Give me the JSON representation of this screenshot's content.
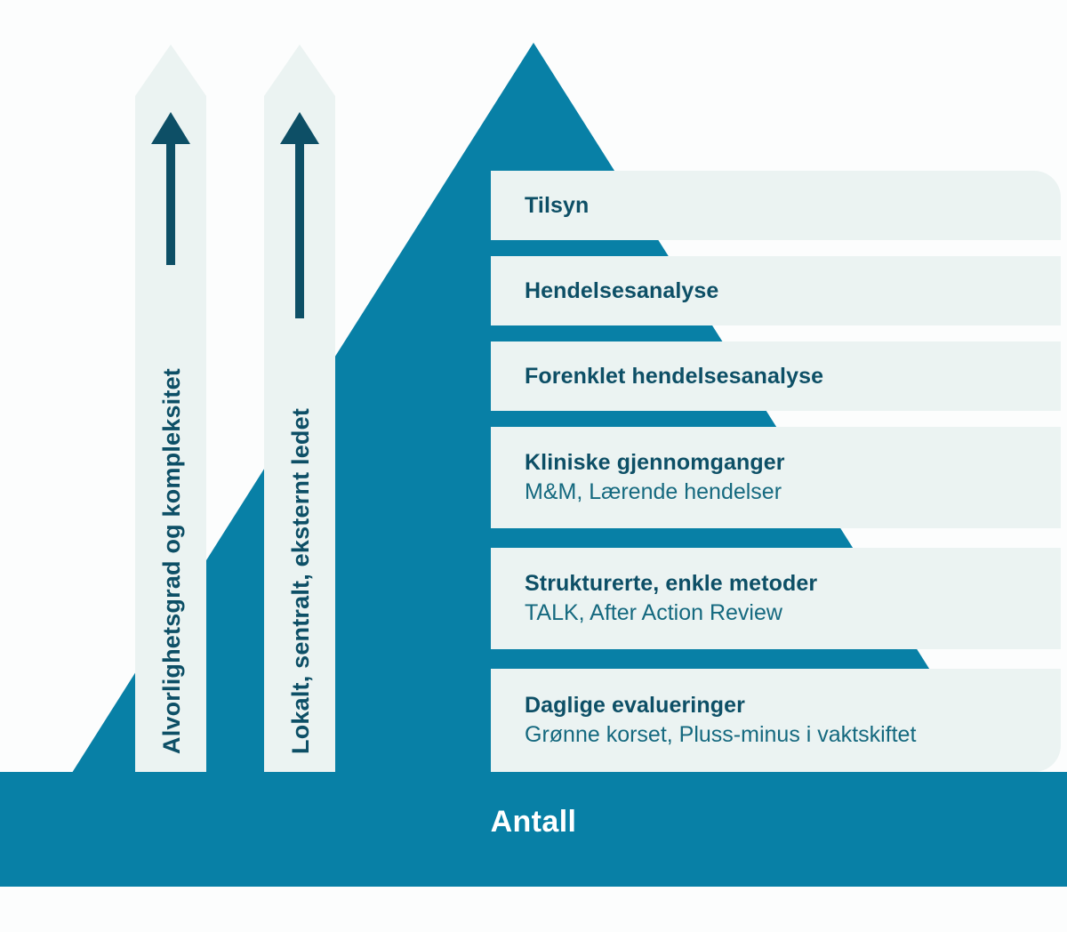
{
  "diagram": {
    "title_caption": "Antall",
    "colors": {
      "pyramid": "#0880A6",
      "band": "#EBF3F2",
      "title_text": "#0D4F66",
      "subtitle_text": "#15697F",
      "caption_text": "#FFFFFF",
      "background": "#FCFDFD"
    },
    "axes": [
      {
        "id": "severity",
        "label": "Alvorlighetsgrad og kompleksitet",
        "direction": "up",
        "icon": "up-arrow-icon"
      },
      {
        "id": "governance",
        "label": "Lokalt, sentralt, eksternt ledet",
        "direction": "up",
        "icon": "up-arrow-icon"
      }
    ],
    "levels": [
      {
        "title": "Tilsyn",
        "subtitle": ""
      },
      {
        "title": "Hendelsesanalyse",
        "subtitle": ""
      },
      {
        "title": "Forenklet hendelsesanalyse",
        "subtitle": ""
      },
      {
        "title": "Kliniske gjennomganger",
        "subtitle": "M&M, Lærende hendelser"
      },
      {
        "title": "Strukturerte, enkle metoder",
        "subtitle": "TALK, After Action Review"
      },
      {
        "title": "Daglige evalueringer",
        "subtitle": "Grønne korset, Pluss-minus i vaktskiftet"
      }
    ]
  }
}
